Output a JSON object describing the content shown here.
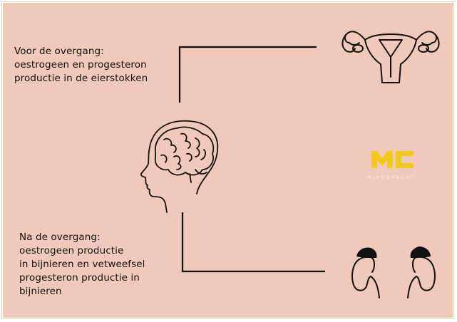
{
  "before_menopause": {
    "lines": [
      "Voor de overgang:",
      "oestrogeen en progesteron",
      "productie in de eierstokken"
    ]
  },
  "after_menopause": {
    "lines": [
      "Na de overgang:",
      "oestrogeen productie",
      "in bijnieren en vetweefsel",
      "progesteron productie in",
      "bijnieren"
    ]
  },
  "logo": {
    "monogram": "MC",
    "wordmark": "MINDKRACHT"
  },
  "colors": {
    "background": "#efc9bc",
    "line": "#111111",
    "logo": "#f2c91e",
    "logo_text": "#f6eadf"
  },
  "icons": [
    "head-brain-icon",
    "uterus-icon",
    "kidneys-icon"
  ]
}
